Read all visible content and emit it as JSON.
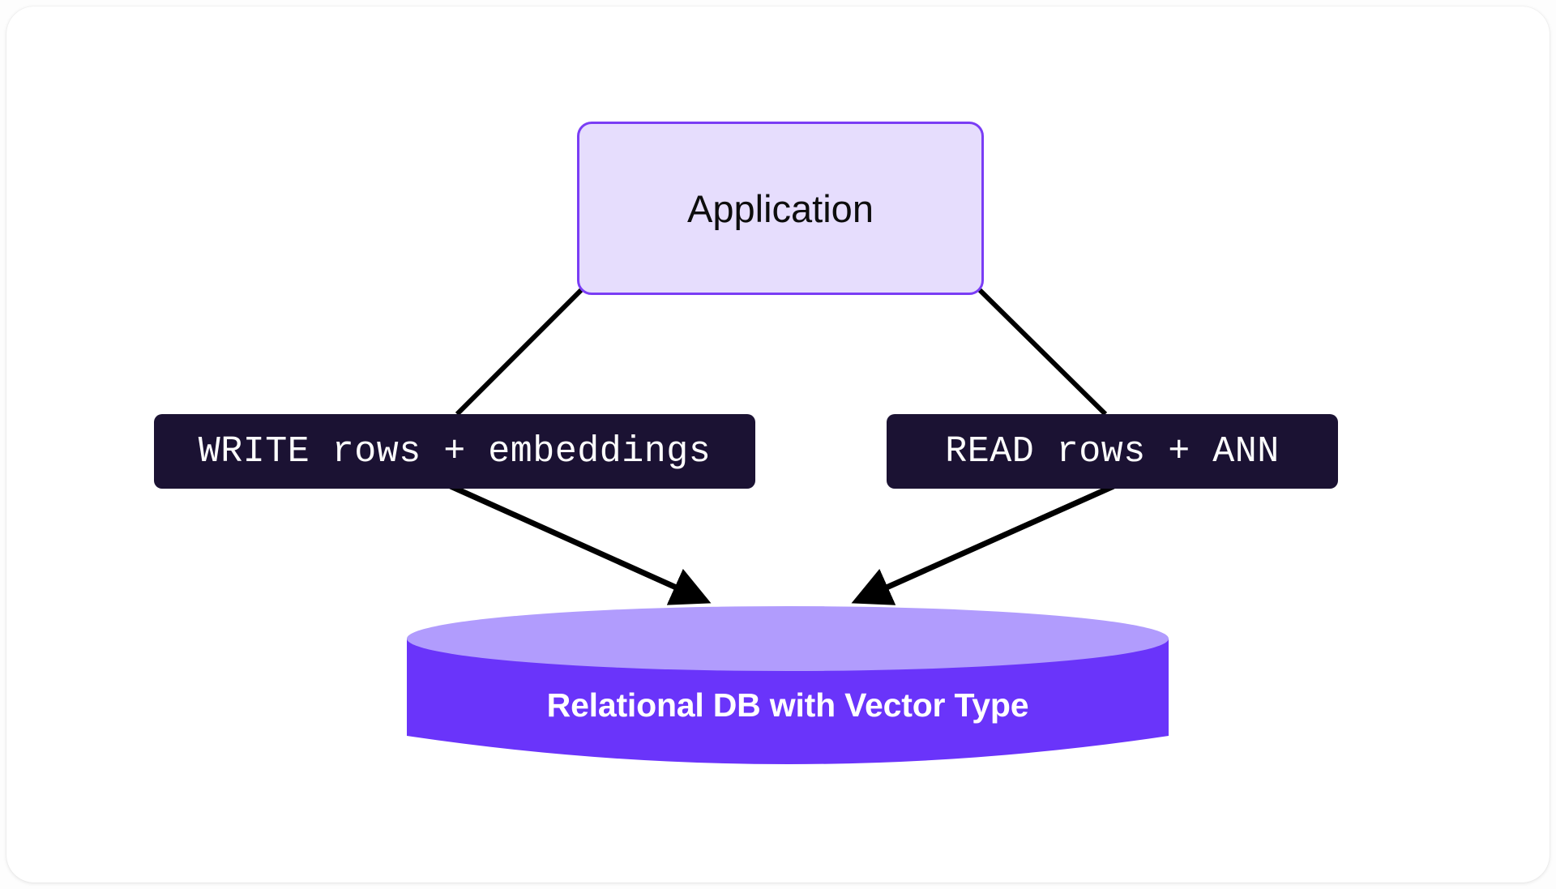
{
  "diagram": {
    "type": "flow-diagram",
    "title": "",
    "background_color": "#ffffff",
    "card_color": "#ffffff",
    "nodes": [
      {
        "id": "application",
        "label": "Application",
        "shape": "rounded-rectangle",
        "fill": "#e6ddfd",
        "stroke": "#7a3df5",
        "text_color": "#0d0d0d"
      },
      {
        "id": "write-op",
        "label": "WRITE rows + embeddings",
        "shape": "rounded-rectangle",
        "fill": "#1b1233",
        "stroke": "#1b1233",
        "text_color": "#fdfdfd"
      },
      {
        "id": "read-op",
        "label": "READ rows + ANN",
        "shape": "rounded-rectangle",
        "fill": "#1b1233",
        "stroke": "#1b1233",
        "text_color": "#fdfdfd"
      },
      {
        "id": "database",
        "label": "Relational DB with Vector Type",
        "shape": "cylinder",
        "fill": "#6a34fa",
        "top_fill": "#b19cfd",
        "text_color": "#ffffff"
      }
    ],
    "edges": [
      {
        "from": "application",
        "to": "write-op",
        "arrow": false
      },
      {
        "from": "application",
        "to": "read-op",
        "arrow": false
      },
      {
        "from": "write-op",
        "to": "database",
        "arrow": true
      },
      {
        "from": "read-op",
        "to": "database",
        "arrow": true
      }
    ],
    "edge_color": "#000000"
  }
}
